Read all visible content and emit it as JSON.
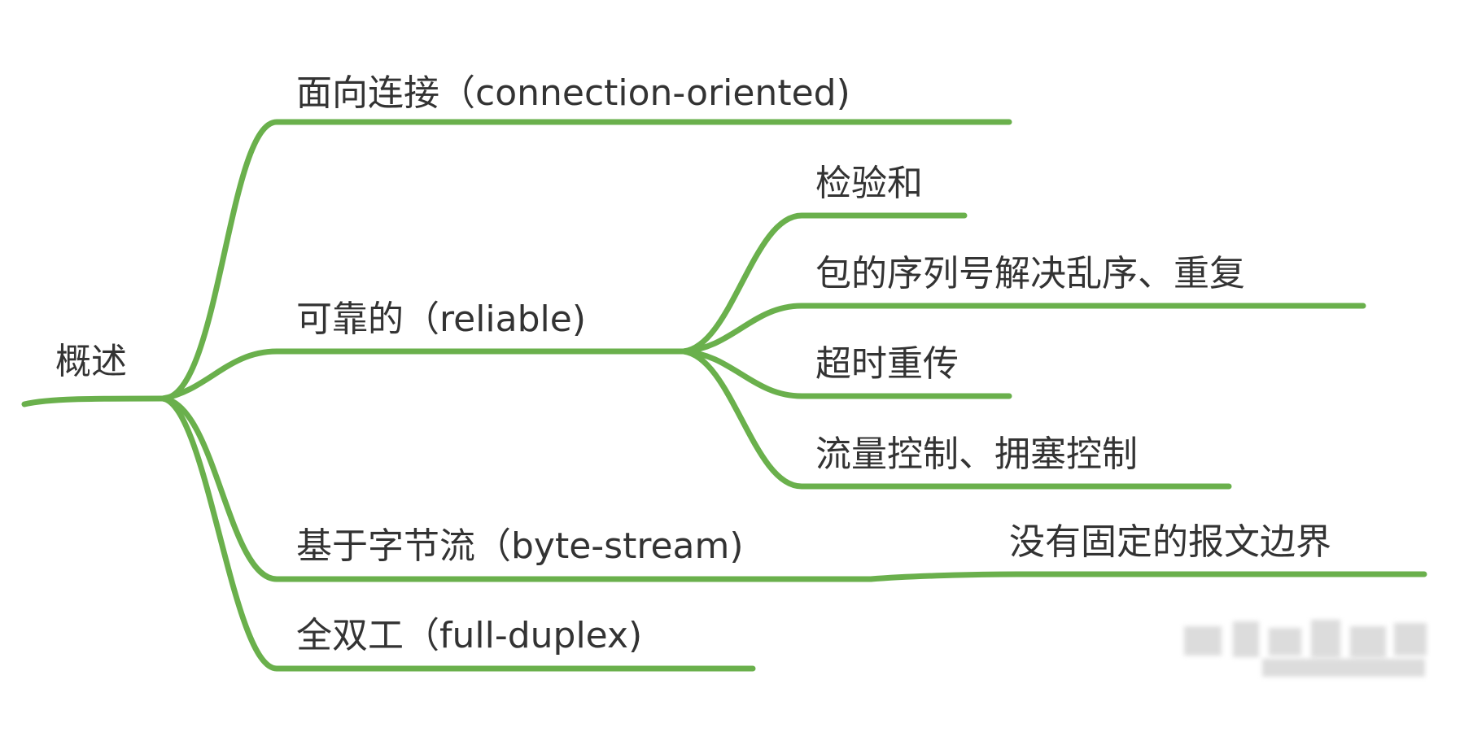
{
  "diagram": {
    "type": "mind-map",
    "line_color": "#6ab04c",
    "text_color": "#333333",
    "root": {
      "id": "root",
      "label": "概述",
      "children": [
        {
          "id": "connection",
          "label": "面向连接（connection-oriented)"
        },
        {
          "id": "reliable",
          "label": "可靠的（reliable)",
          "children": [
            {
              "id": "checksum",
              "label": "检验和"
            },
            {
              "id": "seq",
              "label": "包的序列号解决乱序、重复"
            },
            {
              "id": "retransmit",
              "label": "超时重传"
            },
            {
              "id": "flow",
              "label": "流量控制、拥塞控制"
            }
          ]
        },
        {
          "id": "bytestream",
          "label": "基于字节流（byte-stream)",
          "children": [
            {
              "id": "noboundary",
              "label": "没有固定的报文边界"
            }
          ]
        },
        {
          "id": "duplex",
          "label": "全双工（full-duplex)"
        }
      ]
    }
  }
}
